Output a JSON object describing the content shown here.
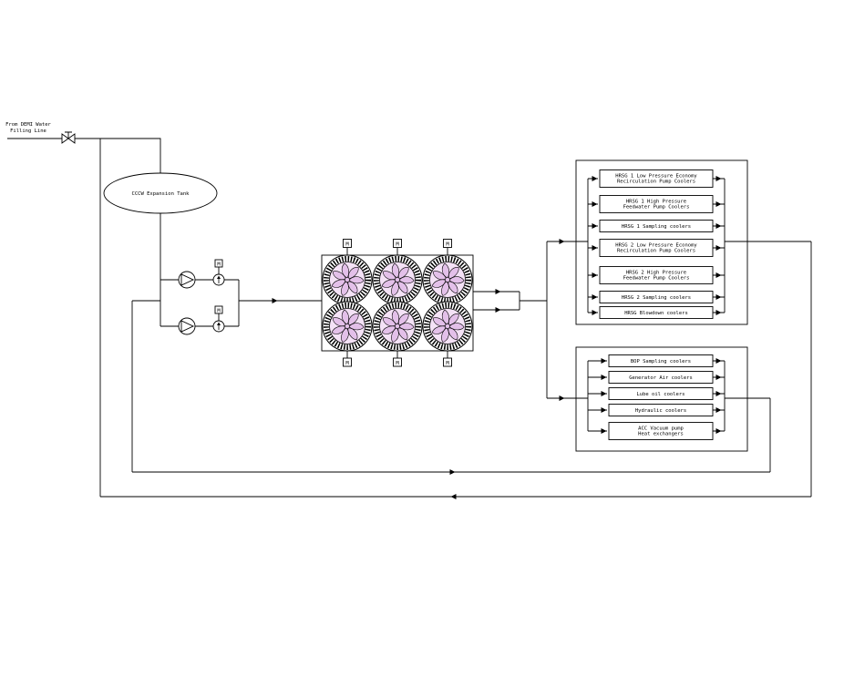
{
  "colors": {
    "background": "#ffffff",
    "line": "#000000",
    "fan_petal": "#e3c0e9",
    "fan_inner": "#f4e2f6"
  },
  "labels": {
    "source_line1": "From DEMI Water",
    "source_line2": "Filling Line",
    "tank": "CCCW Expansion Tank",
    "motor": "M"
  },
  "coolers_top": [
    {
      "line1": "HRSG 1 Low Pressure Economy",
      "line2": "Recirculation Pump Coolers"
    },
    {
      "line1": "HRSG 1 High Pressure",
      "line2": "Feedwater Pump Coolers"
    },
    {
      "line1": "HRSG 1 Sampling coolers",
      "line2": ""
    },
    {
      "line1": "HRSG 2 Low Pressure Economy",
      "line2": "Recirculation Pump Coolers"
    },
    {
      "line1": "HRSG 2 High Pressure",
      "line2": "Feedwater Pump Coolers"
    },
    {
      "line1": "HRSG 2 Sampling coolers",
      "line2": ""
    },
    {
      "line1": "HRSG Blowdown coolers",
      "line2": ""
    }
  ],
  "coolers_bottom": [
    {
      "line1": "BOP Sampling coolers",
      "line2": ""
    },
    {
      "line1": "Generator Air coolers",
      "line2": ""
    },
    {
      "line1": "Lube oil coolers",
      "line2": ""
    },
    {
      "line1": "Hydraulic coolers",
      "line2": ""
    },
    {
      "line1": "ACC Vacuum pump",
      "line2": "Heat exchangers"
    }
  ]
}
